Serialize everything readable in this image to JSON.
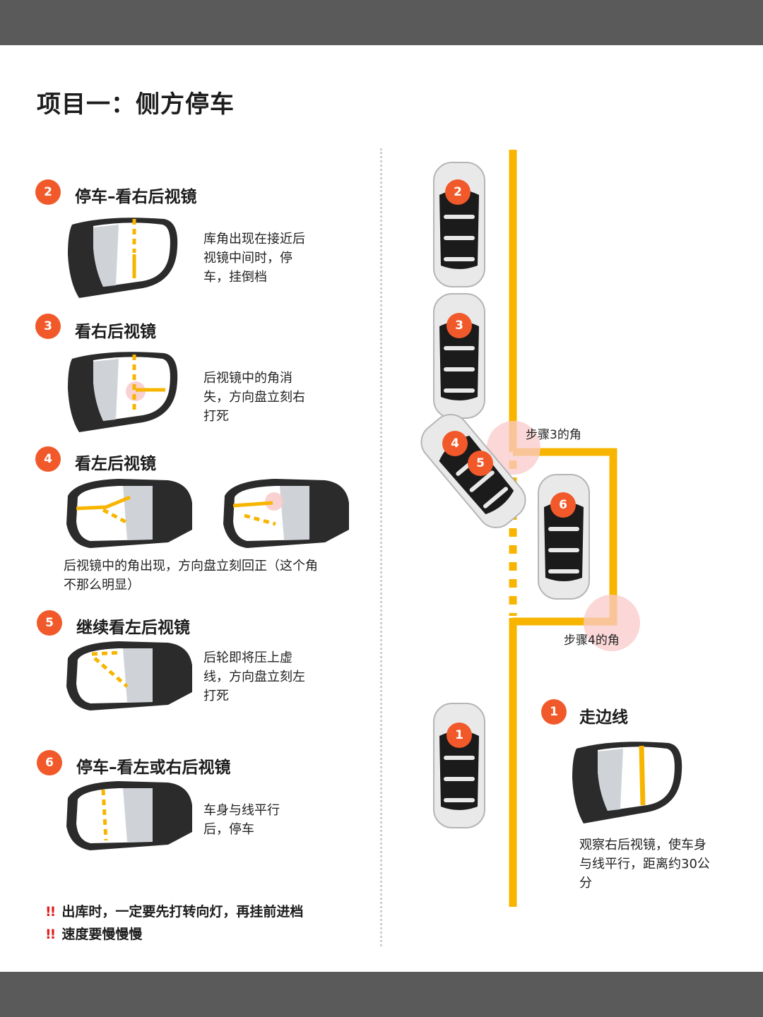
{
  "page": {
    "title": "项目一：侧方停车"
  },
  "steps": {
    "s2": {
      "num": "2",
      "title": "停车–看右后视镜",
      "desc": [
        "库角出现在接近后",
        "视镜中间时，停",
        "车，挂倒档"
      ]
    },
    "s3": {
      "num": "3",
      "title": "看右后视镜",
      "desc": [
        "后视镜中的角消",
        "失，方向盘立刻右",
        "打死"
      ]
    },
    "s4": {
      "num": "4",
      "title": "看左后视镜",
      "desc": [
        "后视镜中的角出现，方向盘立刻回正（这个角",
        "不那么明显）"
      ]
    },
    "s5": {
      "num": "5",
      "title": "继续看左后视镜",
      "desc": [
        "后轮即将压上虚",
        "线，方向盘立刻左",
        "打死"
      ]
    },
    "s6": {
      "num": "6",
      "title": "停车–看左或右后视镜",
      "desc": [
        "车身与线平行",
        "后，停车"
      ]
    },
    "s1": {
      "num": "1",
      "title": "走边线",
      "desc": [
        "观察右后视镜，使车身",
        "与线平行，距离约30公",
        "分"
      ]
    }
  },
  "warnings": [
    {
      "mark": "!!",
      "text": "出库时，一定要先打转向灯，再挂前进档"
    },
    {
      "mark": "!!",
      "text": "速度要慢慢慢"
    }
  ],
  "diagram": {
    "corner_label_step3": "步骤3的角",
    "corner_label_step4": "步骤4的角",
    "car_numbers": [
      "2",
      "3",
      "4",
      "5",
      "6",
      "1"
    ]
  },
  "colors": {
    "accent": "#f1592a",
    "line": "#f7b500",
    "bar": "#5a5a5a",
    "highlight": "#f9c9c9"
  },
  "icons": [
    "mirror-icon",
    "car-icon",
    "warning-icon"
  ]
}
